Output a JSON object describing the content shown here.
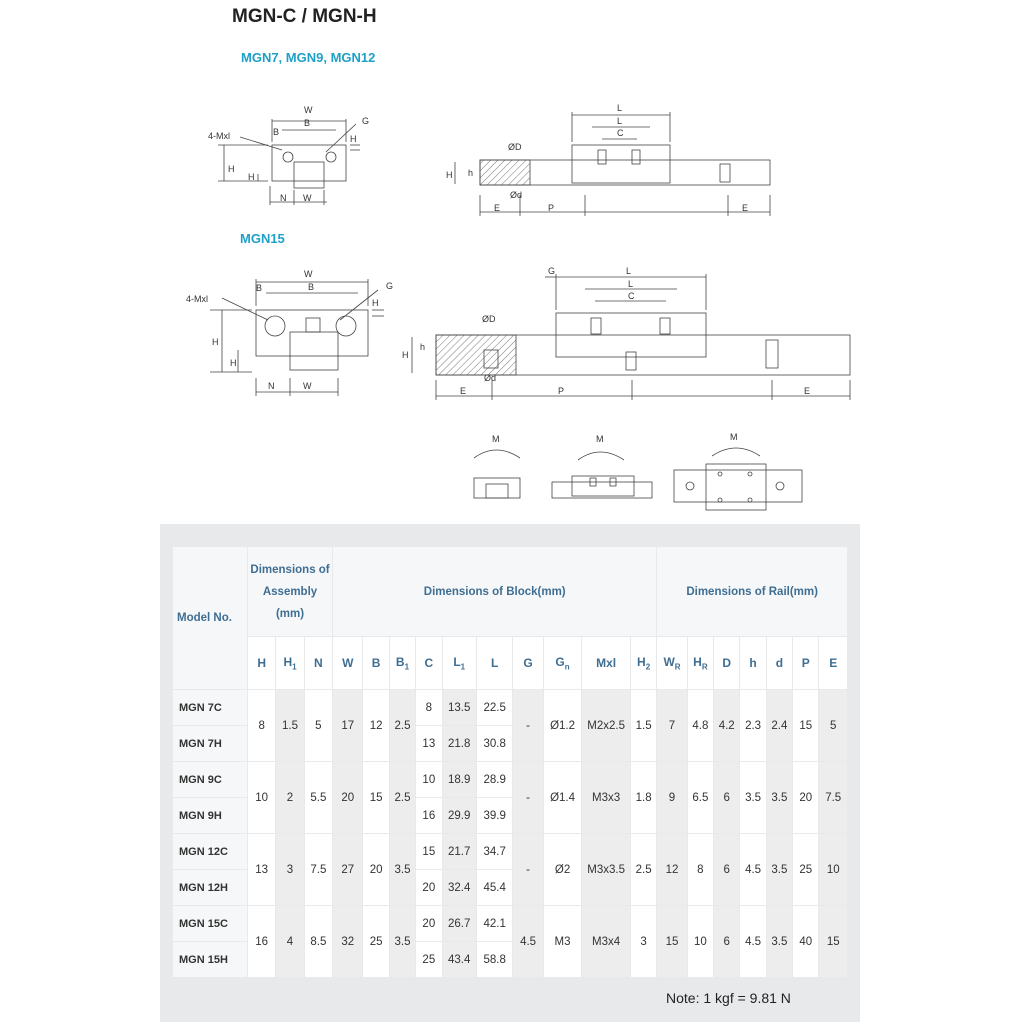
{
  "title": "MGN-C / MGN-H",
  "subtitles": {
    "small": "MGN7, MGN9, MGN12",
    "large": "MGN15"
  },
  "drawing_labels": {
    "W": "W",
    "B": "B",
    "B1": "B",
    "Gn": "G",
    "H2": "H",
    "mxl": "4-Mxl",
    "H": "H",
    "H1": "H",
    "N": "N",
    "WR": "W",
    "L": "L",
    "L1": "L",
    "C": "C",
    "D": "ØD",
    "HR": "H",
    "h": "h",
    "d": "Ød",
    "E": "E",
    "P": "P",
    "G": "G",
    "MR": "M",
    "MP": "M",
    "MY": "M"
  },
  "table": {
    "model_header": "Model No.",
    "group_assembly": "Dimensions of Assembly (mm)",
    "group_block": "Dimensions of Block(mm)",
    "group_rail": "Dimensions of Rail(mm)",
    "symbols": {
      "H": "H",
      "H1": "H",
      "N": "N",
      "W": "W",
      "B": "B",
      "B1": "B",
      "C": "C",
      "L1": "L",
      "L": "L",
      "G": "G",
      "Gn": "G",
      "Mxl": "Mxl",
      "H2": "H",
      "WR": "W",
      "HR": "H",
      "D": "D",
      "h": "h",
      "d": "d",
      "P": "P",
      "E": "E"
    },
    "groups": [
      {
        "H": "8",
        "H1": "1.5",
        "N": "5",
        "W": "17",
        "B": "12",
        "B1": "2.5",
        "G": "-",
        "Gn": "Ø1.2",
        "Mxl": "M2x2.5",
        "H2": "1.5",
        "WR": "7",
        "HR": "4.8",
        "D": "4.2",
        "h": "2.3",
        "d": "2.4",
        "P": "15",
        "E": "5",
        "rows": [
          {
            "model": "MGN 7C",
            "C": "8",
            "L1": "13.5",
            "L": "22.5"
          },
          {
            "model": "MGN 7H",
            "C": "13",
            "L1": "21.8",
            "L": "30.8"
          }
        ]
      },
      {
        "H": "10",
        "H1": "2",
        "N": "5.5",
        "W": "20",
        "B": "15",
        "B1": "2.5",
        "G": "-",
        "Gn": "Ø1.4",
        "Mxl": "M3x3",
        "H2": "1.8",
        "WR": "9",
        "HR": "6.5",
        "D": "6",
        "h": "3.5",
        "d": "3.5",
        "P": "20",
        "E": "7.5",
        "rows": [
          {
            "model": "MGN 9C",
            "C": "10",
            "L1": "18.9",
            "L": "28.9"
          },
          {
            "model": "MGN 9H",
            "C": "16",
            "L1": "29.9",
            "L": "39.9"
          }
        ]
      },
      {
        "H": "13",
        "H1": "3",
        "N": "7.5",
        "W": "27",
        "B": "20",
        "B1": "3.5",
        "G": "-",
        "Gn": "Ø2",
        "Mxl": "M3x3.5",
        "H2": "2.5",
        "WR": "12",
        "HR": "8",
        "D": "6",
        "h": "4.5",
        "d": "3.5",
        "P": "25",
        "E": "10",
        "rows": [
          {
            "model": "MGN 12C",
            "C": "15",
            "L1": "21.7",
            "L": "34.7"
          },
          {
            "model": "MGN 12H",
            "C": "20",
            "L1": "32.4",
            "L": "45.4"
          }
        ]
      },
      {
        "H": "16",
        "H1": "4",
        "N": "8.5",
        "W": "32",
        "B": "25",
        "B1": "3.5",
        "G": "4.5",
        "Gn": "M3",
        "Mxl": "M3x4",
        "H2": "3",
        "WR": "15",
        "HR": "10",
        "D": "6",
        "h": "4.5",
        "d": "3.5",
        "P": "40",
        "E": "15",
        "rows": [
          {
            "model": "MGN 15C",
            "C": "20",
            "L1": "26.7",
            "L": "42.1"
          },
          {
            "model": "MGN 15H",
            "C": "25",
            "L1": "43.4",
            "L": "58.8"
          }
        ]
      }
    ]
  },
  "note": "Note: 1 kgf = 9.81 N"
}
